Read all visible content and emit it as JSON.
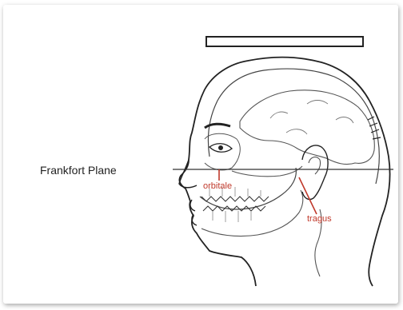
{
  "labels": {
    "plane": "Frankfort Plane",
    "orbitale": "orbitale",
    "tragus": "tragus"
  },
  "colors": {
    "accent": "#c0392b",
    "line": "#333333"
  }
}
